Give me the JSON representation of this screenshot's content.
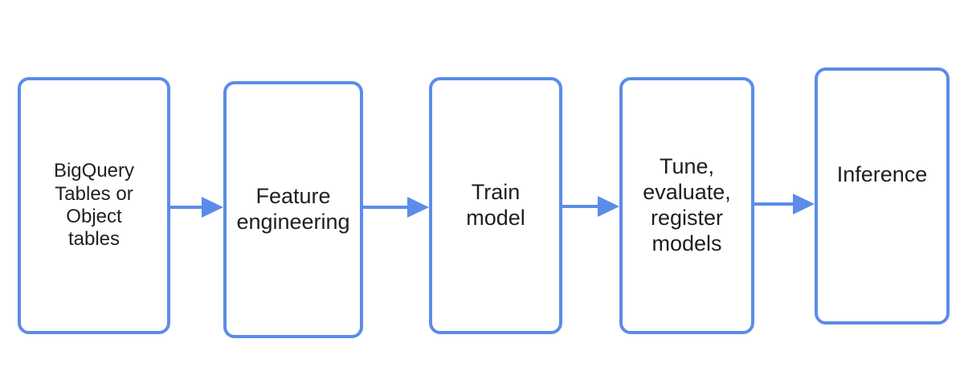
{
  "diagram": {
    "steps": [
      {
        "label": "BigQuery\nTables or\nObject\ntables"
      },
      {
        "label": "Feature\nengineering"
      },
      {
        "label": "Train\nmodel"
      },
      {
        "label": "Tune,\nevaluate,\nregister\nmodels"
      },
      {
        "label": "Inference"
      }
    ],
    "colors": {
      "accent": "#5b8ce8",
      "text": "#1f1f1f",
      "background": "#ffffff"
    }
  }
}
